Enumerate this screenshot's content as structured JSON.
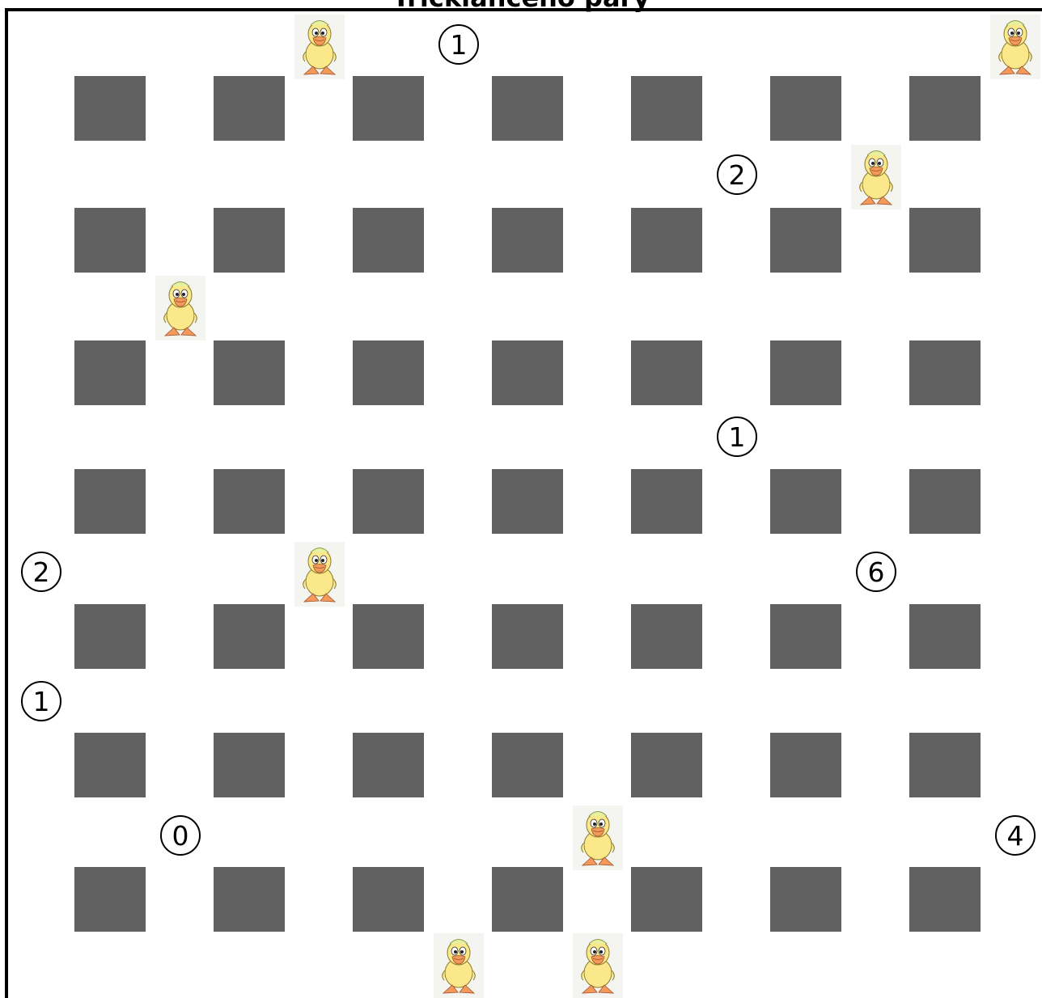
{
  "title": "Tricklanceno pary",
  "colors": {
    "block": "#616161",
    "line": "#000000",
    "duck_body": "#fbe88a",
    "duck_feet": "#f39a5a"
  },
  "grid": {
    "block_rows": 7,
    "block_cols": 7
  },
  "clues": [
    {
      "row": 0,
      "col": 3,
      "value": "1"
    },
    {
      "row": 1,
      "col": 5,
      "value": "2"
    },
    {
      "row": 3,
      "col": 5,
      "value": "1"
    },
    {
      "row": 4,
      "col": 0,
      "value": "2"
    },
    {
      "row": 4,
      "col": 6,
      "value": "6"
    },
    {
      "row": 5,
      "col": 0,
      "value": "1"
    },
    {
      "row": 6,
      "col": 1,
      "value": "0"
    },
    {
      "row": 6,
      "col": 7,
      "value": "4"
    }
  ],
  "ducks": [
    {
      "row": 0,
      "col": 2,
      "icon": "duck-icon"
    },
    {
      "row": 0,
      "col": 7,
      "icon": "duck-icon"
    },
    {
      "row": 1,
      "col": 6,
      "icon": "duck-icon"
    },
    {
      "row": 2,
      "col": 1,
      "icon": "duck-icon"
    },
    {
      "row": 4,
      "col": 2,
      "icon": "duck-icon"
    },
    {
      "row": 6,
      "col": 4,
      "icon": "duck-icon"
    },
    {
      "row": 7,
      "col": 3,
      "icon": "duck-icon"
    },
    {
      "row": 7,
      "col": 4,
      "icon": "duck-icon"
    }
  ]
}
